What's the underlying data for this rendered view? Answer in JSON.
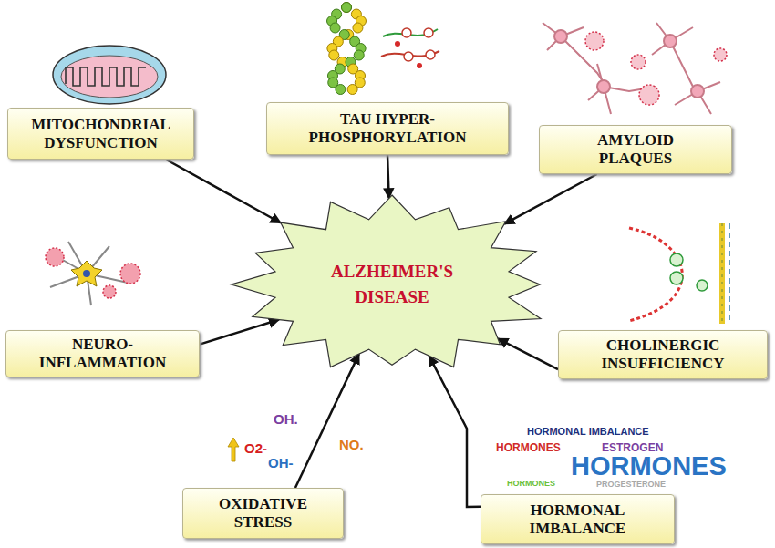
{
  "diagram": {
    "nodes": [
      {
        "text": [
          "MITOCHONDRIAL DYSFUNCTION"
        ]
      },
      {
        "text": [
          "TAU HYPER- PHOSPHORYLATION"
        ]
      },
      {
        "text": [
          "AMYLOID PLAQUES"
        ]
      },
      {
        "text": [
          "ALZHEIMER'S DISEASE"
        ]
      },
      {
        "text": [
          "NEURO- INFLAMMATION"
        ]
      },
      {
        "text": [
          "CHOLINERGIC INSUFFICIENCY"
        ]
      },
      {
        "text": [
          "OXIDATIVE STRESS"
        ]
      },
      {
        "text": [
          "HORMONAL IMBALANCE"
        ]
      }
    ],
    "edges": [
      {
        "from": 0,
        "to": 3,
        "arrow": "to"
      },
      {
        "from": 1,
        "to": 3,
        "arrow": "to"
      },
      {
        "from": 2,
        "to": 3,
        "arrow": "to"
      },
      {
        "from": 4,
        "to": 3,
        "arrow": "to"
      },
      {
        "from": 5,
        "to": 3,
        "arrow": "to"
      },
      {
        "from": 6,
        "to": 3,
        "arrow": "to"
      },
      {
        "from": 7,
        "to": 3,
        "arrow": "to"
      }
    ],
    "labels": [
      "OH.",
      "O2-",
      "NO.",
      "OH-",
      "HORMONAL IMBALANCE",
      "HORMONES",
      "ESTROGEN",
      "HORMONES",
      "HORMONES",
      "PROGESTERONE"
    ]
  }
}
